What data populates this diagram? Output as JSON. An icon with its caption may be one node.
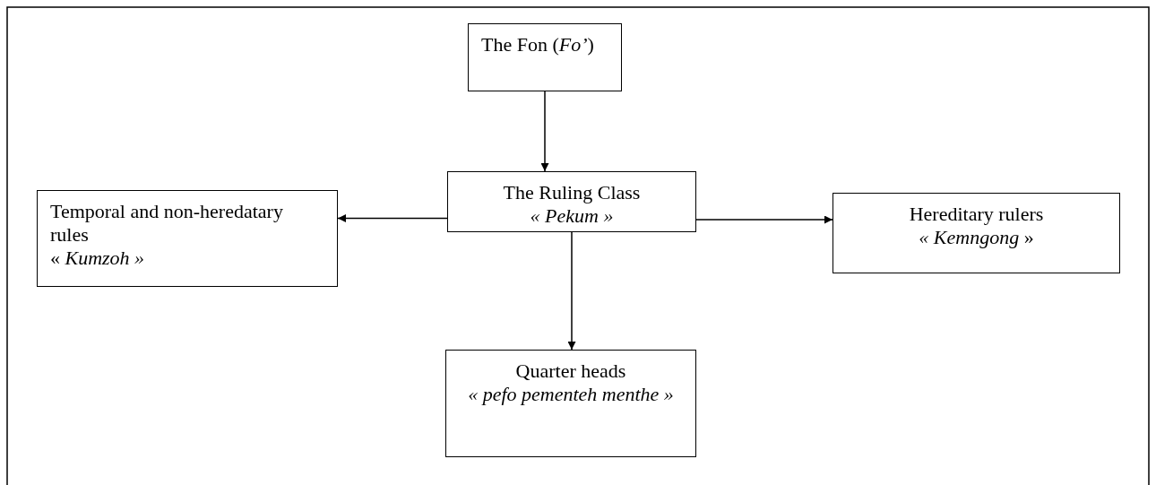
{
  "diagram": {
    "nodes": [
      {
        "text": [
          "The Fon (*Fo’*)"
        ]
      },
      {
        "text": [
          "The Ruling Class",
          "*« Pekum »*"
        ]
      },
      {
        "text": [
          "Temporal and non-heredatary rules",
          "« *Kumzoh »*"
        ]
      },
      {
        "text": [
          "Hereditary rulers",
          "*« Kemngong* »"
        ]
      },
      {
        "text": [
          "Quarter heads",
          "*« pefo pementeh menthe »*"
        ]
      }
    ],
    "edges": [
      {
        "from": 0,
        "to": 1,
        "arrow": "to"
      },
      {
        "from": 1,
        "to": 2,
        "arrow": "to"
      },
      {
        "from": 1,
        "to": 3,
        "arrow": "to"
      },
      {
        "from": 1,
        "to": 4,
        "arrow": "to"
      }
    ]
  }
}
